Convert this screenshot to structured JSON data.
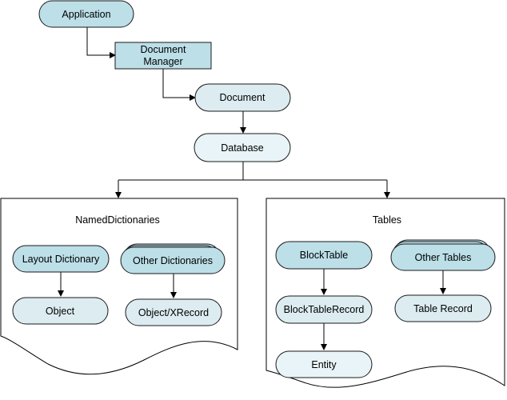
{
  "diagram": {
    "nodes": {
      "application": "Application",
      "document_manager_line1": "Document",
      "document_manager_line2": "Manager",
      "document": "Document",
      "database": "Database",
      "layout_dictionary": "Layout Dictionary",
      "other_dictionaries": "Other Dictionaries",
      "object": "Object",
      "object_xrecord": "Object/XRecord",
      "block_table": "BlockTable",
      "other_tables": "Other Tables",
      "block_table_record": "BlockTableRecord",
      "table_record": "Table Record",
      "entity": "Entity"
    },
    "groups": {
      "named_dictionaries": "NamedDictionaries",
      "tables": "Tables"
    },
    "colors": {
      "node_fill_dark": "#bcdfe8",
      "node_fill_light": "#dcecf1",
      "node_fill_pale": "#e8f4f7",
      "stroke": "#1a1a1a"
    }
  }
}
